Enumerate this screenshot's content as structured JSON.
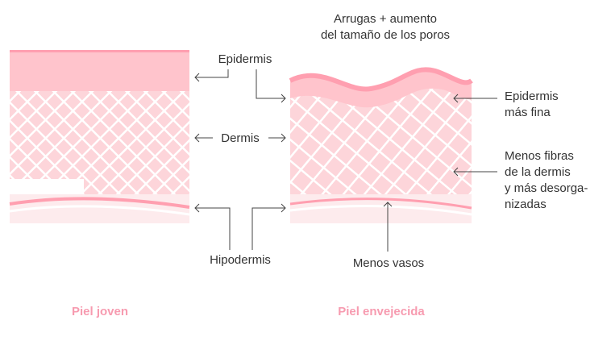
{
  "colors": {
    "epidermis": "#ffc4cc",
    "epidermis_edge": "#ff9fb0",
    "dermis": "#fdd5da",
    "hypodermis": "#fdebed",
    "vessel": "#ff9fb0",
    "caption": "#f79bb0"
  },
  "labels": {
    "title_line1": "Arrugas + aumento",
    "title_line2": "del tamaño de los poros",
    "epidermis": "Epidermis",
    "dermis": "Dermis",
    "hipodermis": "Hipodermis",
    "epidermis_fina_1": "Epidermis",
    "epidermis_fina_2": "más fina",
    "fibras_1": "Menos fibras",
    "fibras_2": "de la dermis",
    "fibras_3": "y más desorga-",
    "fibras_4": "nizadas",
    "vasos": "Menos vasos"
  },
  "captions": {
    "young": "Piel joven",
    "aged": "Piel envejecida"
  }
}
